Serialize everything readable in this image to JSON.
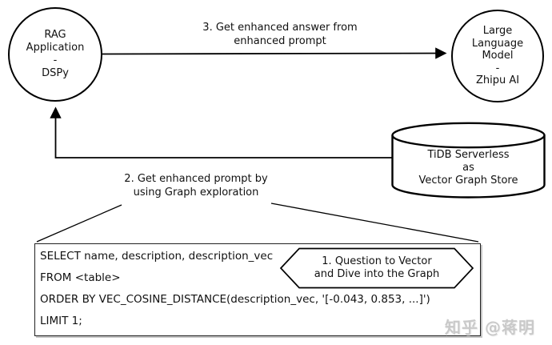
{
  "canvas": {
    "background": "#ffffff",
    "stroke_color": "#000000",
    "watermark_color": "#c9c9c9"
  },
  "nodes": {
    "rag": {
      "label": "RAG\nApplication\n-\nDSPy"
    },
    "llm": {
      "label": "Large\nLanguage\nModel\n-\nZhipu AI"
    },
    "store": {
      "label": "TiDB Serverless\nas\nVector Graph Store"
    }
  },
  "labels": {
    "step3": "3. Get enhanced answer from\nenhanced prompt",
    "step2": "2. Get enhanced prompt by\nusing Graph exploration",
    "step1": "1. Question to Vector\nand Dive into the Graph"
  },
  "sql": {
    "lines": [
      "SELECT name, description, description_vec",
      "FROM <table>",
      "ORDER BY VEC_COSINE_DISTANCE(description_vec, '[-0.043, 0.853, ...]')",
      "LIMIT 1;"
    ]
  },
  "watermark": "知乎 @蒋明"
}
